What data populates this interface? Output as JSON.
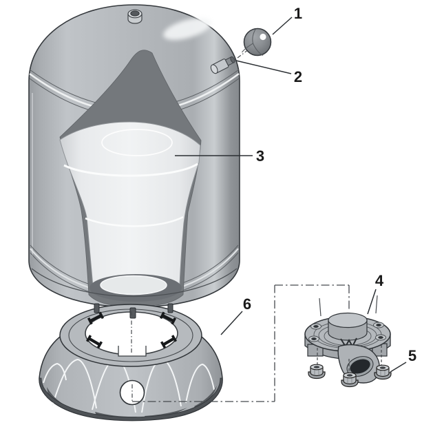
{
  "figure": {
    "type": "exploded-parts-diagram",
    "callouts": [
      {
        "number": "1",
        "part": "valve-cap"
      },
      {
        "number": "2",
        "part": "air-valve"
      },
      {
        "number": "3",
        "part": "bladder"
      },
      {
        "number": "4",
        "part": "flange-connector"
      },
      {
        "number": "5",
        "part": "hex-nut"
      },
      {
        "number": "6",
        "part": "base-stand"
      }
    ]
  },
  "colors": {
    "background": "#ffffff",
    "outline": "#2b2f33",
    "tank-gray": "#b6babe",
    "cutaway-gray": "#74787c",
    "bladder-white": "#eceef0",
    "label-text": "#1a1a1a"
  }
}
